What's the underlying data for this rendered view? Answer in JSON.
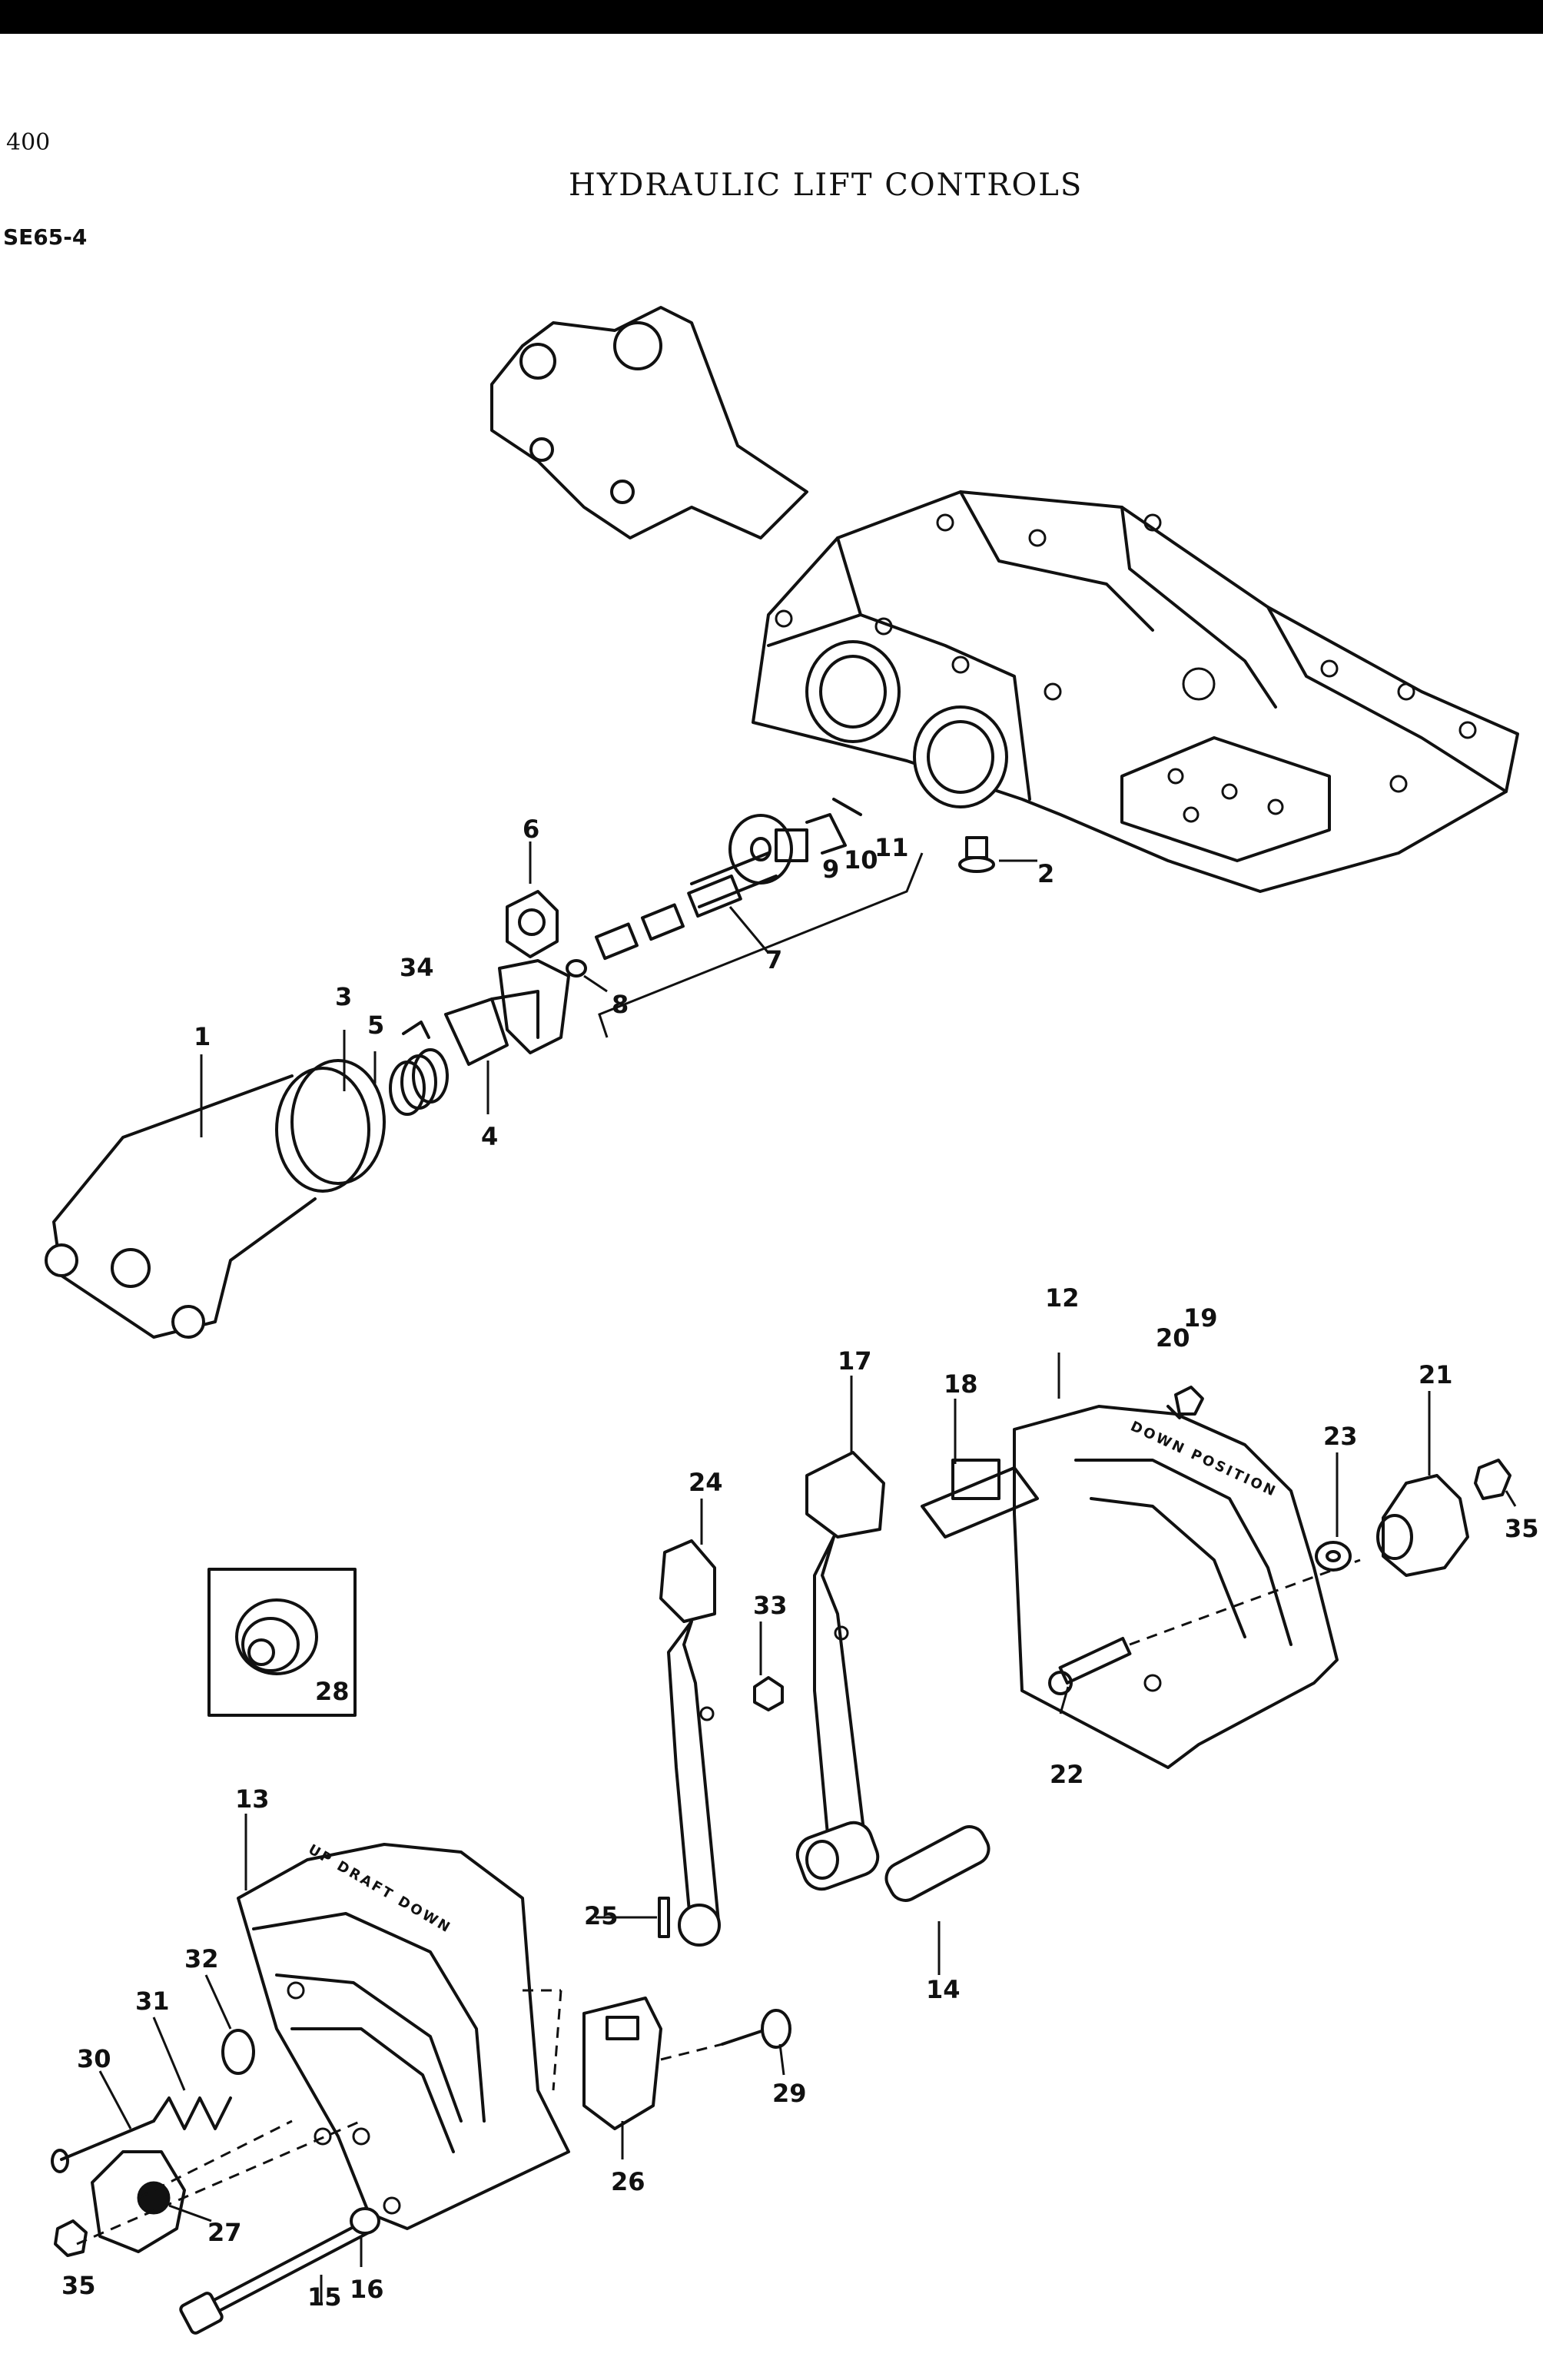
{
  "page": {
    "number": "400",
    "reference": "SE65-4",
    "title": "HYDRAULIC LIFT CONTROLS"
  },
  "callouts": [
    "1",
    "2",
    "3",
    "4",
    "5",
    "6",
    "7",
    "8",
    "9",
    "10",
    "11",
    "12",
    "13",
    "14",
    "15",
    "16",
    "17",
    "18",
    "19",
    "20",
    "21",
    "22",
    "23",
    "24",
    "25",
    "26",
    "27",
    "28",
    "29",
    "30",
    "31",
    "32",
    "33",
    "34",
    "35"
  ],
  "quadrant_labels": {
    "upper_scale": "DOWN POSITION",
    "lower_scale": "UP DRAFT DOWN"
  }
}
